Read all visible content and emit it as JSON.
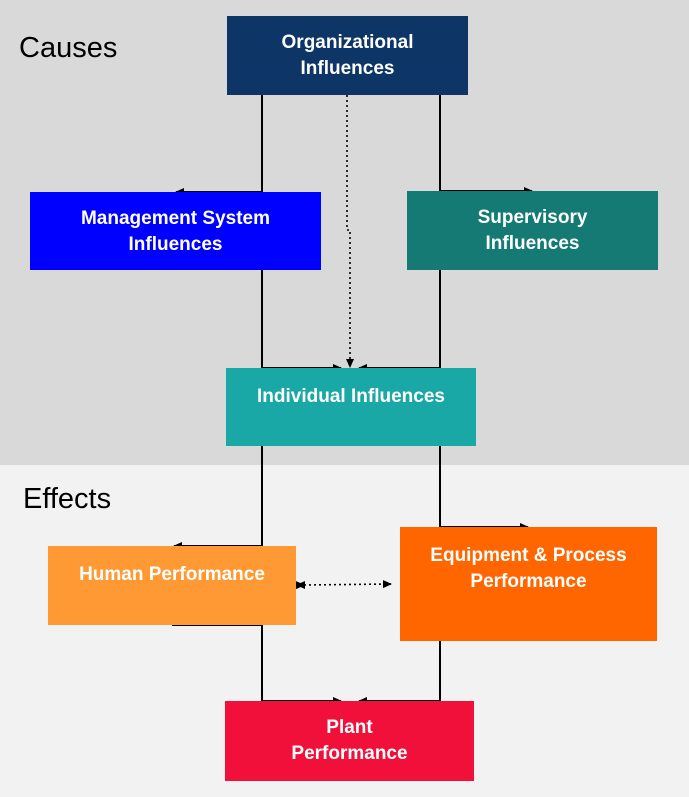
{
  "zones": {
    "causes": "Causes",
    "effects": "Effects"
  },
  "boxes": {
    "organizational": {
      "lines": [
        "Organizational",
        "Influences"
      ],
      "color": "#0d3566"
    },
    "management": {
      "lines": [
        "Management System",
        "Influences"
      ],
      "color": "#0000ff"
    },
    "supervisory": {
      "lines": [
        "Supervisory",
        "Influences"
      ],
      "color": "#147a73"
    },
    "individual": {
      "lines": [
        "Individual Influences"
      ],
      "color": "#1aa8a6"
    },
    "human": {
      "lines": [
        "Human Performance"
      ],
      "color": "#ff9933"
    },
    "equipment": {
      "lines": [
        "Equipment & Process",
        "Performance"
      ],
      "color": "#ff6600"
    },
    "plant": {
      "lines": [
        "Plant",
        "Performance"
      ],
      "color": "#f0103a"
    }
  },
  "colors": {
    "causes_background": "#d9d9d9",
    "effects_background": "#f2f2f2",
    "connector": "#000000"
  }
}
